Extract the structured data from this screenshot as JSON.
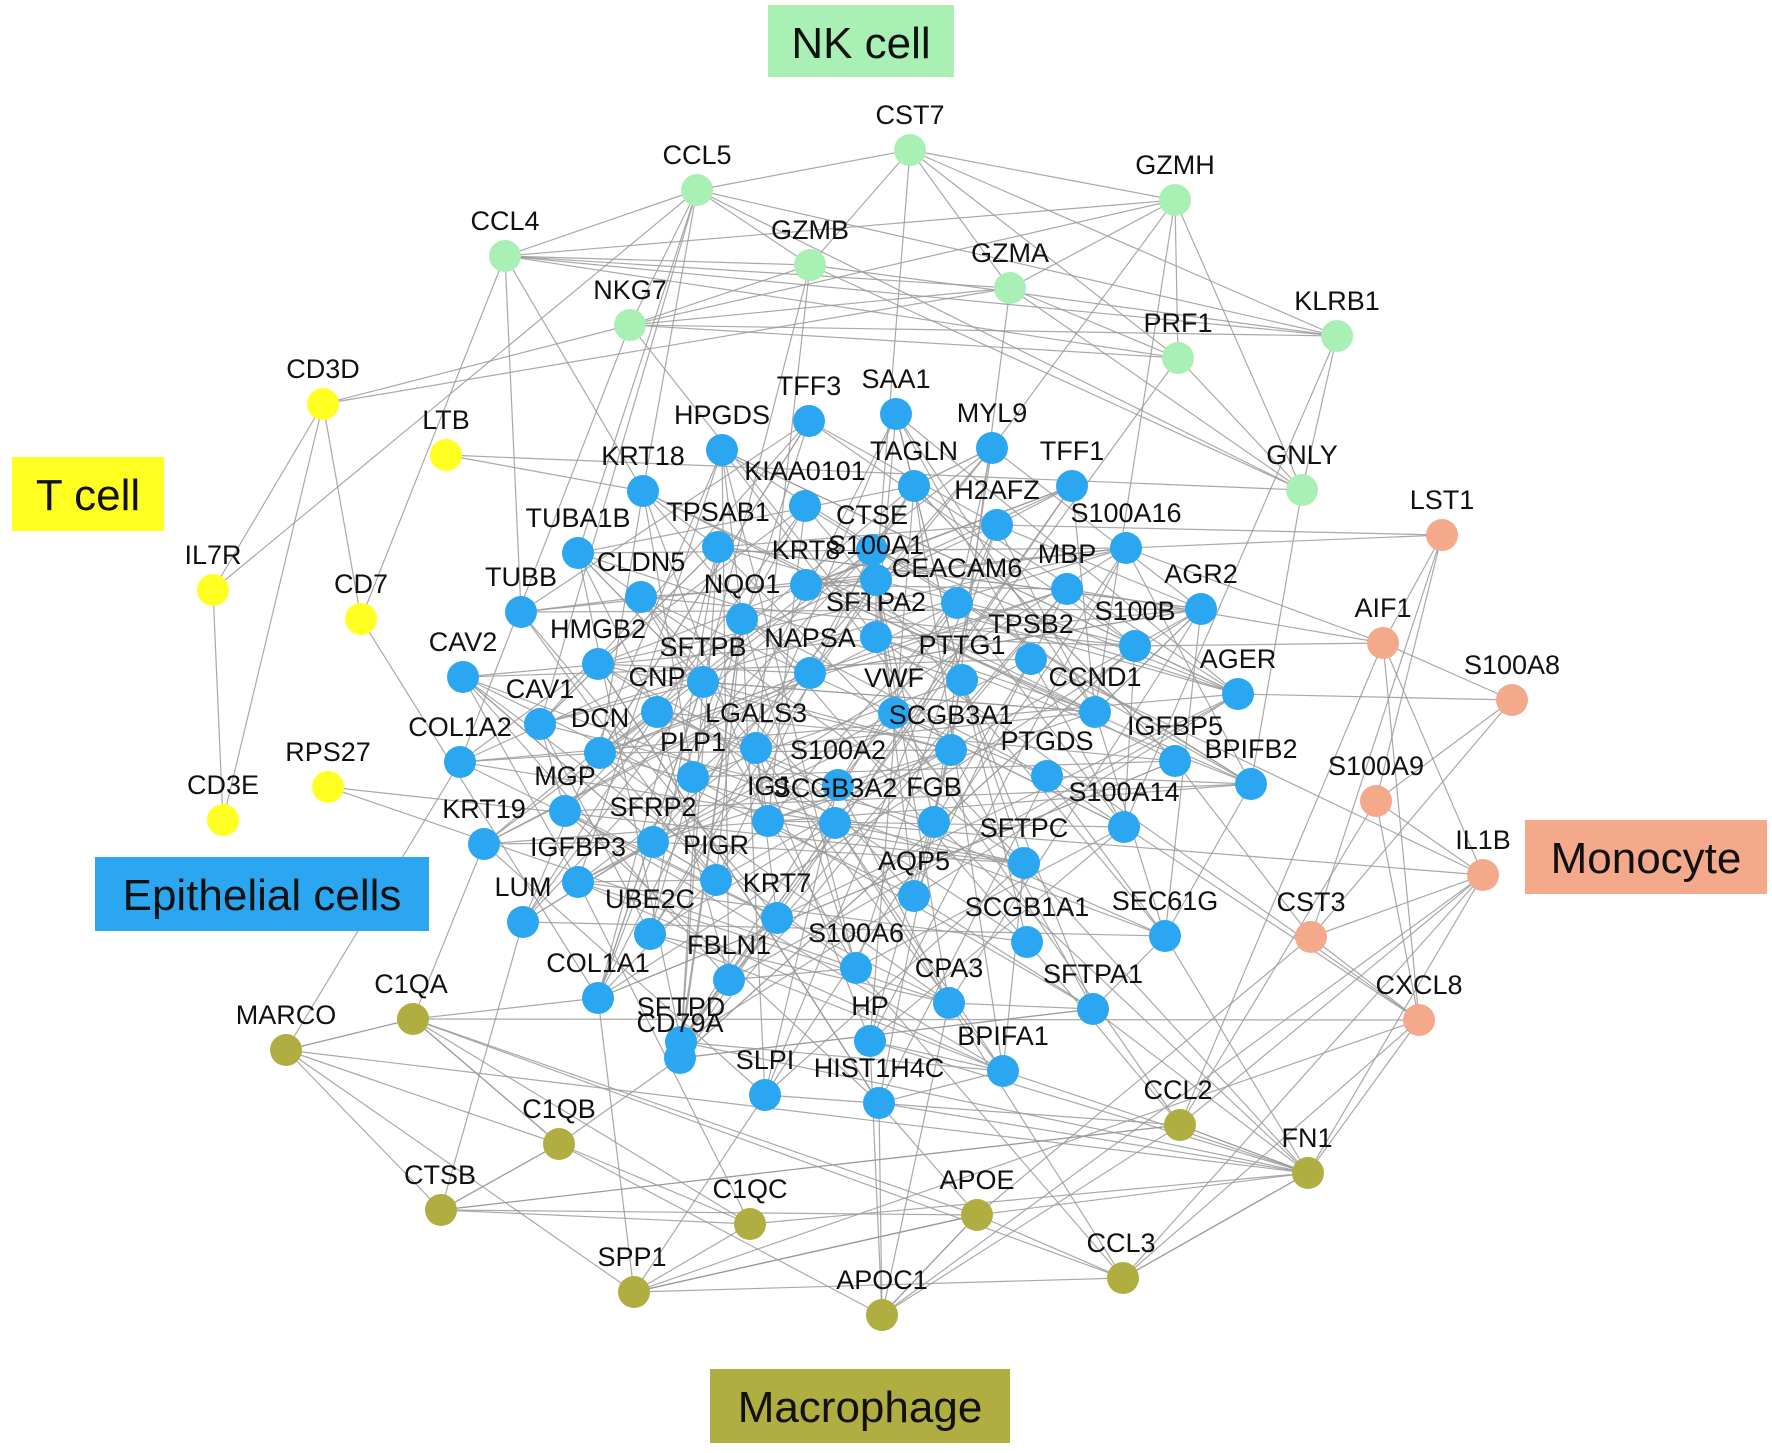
{
  "diagram": {
    "groups": {
      "nk": {
        "label": "NK cell",
        "color": "#a8f0b4",
        "node_color": "#a8f0b4"
      },
      "t": {
        "label": "T cell",
        "color": "#ffff22",
        "node_color": "#ffff22"
      },
      "epi": {
        "label": "Epithelial cells",
        "color": "#2aa7f0",
        "node_color": "#2aa7f0"
      },
      "mono": {
        "label": "Monocyte",
        "color": "#f4a98a",
        "node_color": "#f4a98a"
      },
      "mac": {
        "label": "Macrophage",
        "color": "#b0ad41",
        "node_color": "#b0ad41"
      }
    },
    "nodes": [
      {
        "id": "CST7",
        "group": "nk"
      },
      {
        "id": "CCL5",
        "group": "nk"
      },
      {
        "id": "GZMH",
        "group": "nk"
      },
      {
        "id": "CCL4",
        "group": "nk"
      },
      {
        "id": "GZMB",
        "group": "nk"
      },
      {
        "id": "GZMA",
        "group": "nk"
      },
      {
        "id": "NKG7",
        "group": "nk"
      },
      {
        "id": "KLRB1",
        "group": "nk"
      },
      {
        "id": "PRF1",
        "group": "nk"
      },
      {
        "id": "GNLY",
        "group": "nk"
      },
      {
        "id": "CD3D",
        "group": "t"
      },
      {
        "id": "LTB",
        "group": "t"
      },
      {
        "id": "IL7R",
        "group": "t"
      },
      {
        "id": "CD7",
        "group": "t"
      },
      {
        "id": "RPS27",
        "group": "t"
      },
      {
        "id": "CD3E",
        "group": "t"
      },
      {
        "id": "LST1",
        "group": "mono"
      },
      {
        "id": "AIF1",
        "group": "mono"
      },
      {
        "id": "S100A8",
        "group": "mono"
      },
      {
        "id": "S100A9",
        "group": "mono"
      },
      {
        "id": "IL1B",
        "group": "mono"
      },
      {
        "id": "CST3",
        "group": "mono"
      },
      {
        "id": "CXCL8",
        "group": "mono"
      },
      {
        "id": "MARCO",
        "group": "mac"
      },
      {
        "id": "C1QA",
        "group": "mac"
      },
      {
        "id": "C1QB",
        "group": "mac"
      },
      {
        "id": "CTSB",
        "group": "mac"
      },
      {
        "id": "C1QC",
        "group": "mac"
      },
      {
        "id": "SPP1",
        "group": "mac"
      },
      {
        "id": "APOE",
        "group": "mac"
      },
      {
        "id": "APOC1",
        "group": "mac"
      },
      {
        "id": "CCL2",
        "group": "mac"
      },
      {
        "id": "FN1",
        "group": "mac"
      },
      {
        "id": "CCL3",
        "group": "mac"
      },
      {
        "id": "TFF3",
        "group": "epi"
      },
      {
        "id": "SAA1",
        "group": "epi"
      },
      {
        "id": "HPGDS",
        "group": "epi"
      },
      {
        "id": "MYL9",
        "group": "epi"
      },
      {
        "id": "KRT18",
        "group": "epi"
      },
      {
        "id": "TAGLN",
        "group": "epi"
      },
      {
        "id": "TFF1",
        "group": "epi"
      },
      {
        "id": "KIAA0101",
        "group": "epi"
      },
      {
        "id": "H2AFZ",
        "group": "epi"
      },
      {
        "id": "S100A16",
        "group": "epi"
      },
      {
        "id": "TUBA1B",
        "group": "epi"
      },
      {
        "id": "TPSAB1",
        "group": "epi"
      },
      {
        "id": "CTSE",
        "group": "epi"
      },
      {
        "id": "KRT8",
        "group": "epi"
      },
      {
        "id": "CEACAM6",
        "group": "epi"
      },
      {
        "id": "MBP",
        "group": "epi"
      },
      {
        "id": "AGR2",
        "group": "epi"
      },
      {
        "id": "TUBB",
        "group": "epi"
      },
      {
        "id": "CLDN5",
        "group": "epi"
      },
      {
        "id": "NQO1",
        "group": "epi"
      },
      {
        "id": "SFTPA2",
        "group": "epi"
      },
      {
        "id": "TPSB2",
        "group": "epi"
      },
      {
        "id": "S100B",
        "group": "epi"
      },
      {
        "id": "HMGB2",
        "group": "epi"
      },
      {
        "id": "SFTPB",
        "group": "epi"
      },
      {
        "id": "S100A1",
        "group": "epi"
      },
      {
        "id": "PTTG1",
        "group": "epi"
      },
      {
        "id": "CAV2",
        "group": "epi"
      },
      {
        "id": "AGER",
        "group": "epi"
      },
      {
        "id": "CNP",
        "group": "epi"
      },
      {
        "id": "NAPSA",
        "group": "epi"
      },
      {
        "id": "CCND1",
        "group": "epi"
      },
      {
        "id": "CAV1",
        "group": "epi"
      },
      {
        "id": "COL1A2",
        "group": "epi"
      },
      {
        "id": "DCN",
        "group": "epi"
      },
      {
        "id": "LGALS3",
        "group": "epi"
      },
      {
        "id": "VWF",
        "group": "epi"
      },
      {
        "id": "IGFBP5",
        "group": "epi"
      },
      {
        "id": "BPIFB2",
        "group": "epi"
      },
      {
        "id": "PLP1",
        "group": "epi"
      },
      {
        "id": "S100A2",
        "group": "epi"
      },
      {
        "id": "SCGB3A1",
        "group": "epi"
      },
      {
        "id": "MGP",
        "group": "epi"
      },
      {
        "id": "SCGB3A2",
        "group": "epi"
      },
      {
        "id": "PTGDS",
        "group": "epi"
      },
      {
        "id": "KRT19",
        "group": "epi"
      },
      {
        "id": "SFRP2",
        "group": "epi"
      },
      {
        "id": "IGJ",
        "group": "epi"
      },
      {
        "id": "FGB",
        "group": "epi"
      },
      {
        "id": "SFTPC",
        "group": "epi"
      },
      {
        "id": "S100A14",
        "group": "epi"
      },
      {
        "id": "IGFBP3",
        "group": "epi"
      },
      {
        "id": "PIGR",
        "group": "epi"
      },
      {
        "id": "AQP5",
        "group": "epi"
      },
      {
        "id": "LUM",
        "group": "epi"
      },
      {
        "id": "UBE2C",
        "group": "epi"
      },
      {
        "id": "KRT7",
        "group": "epi"
      },
      {
        "id": "SCGB1A1",
        "group": "epi"
      },
      {
        "id": "SEC61G",
        "group": "epi"
      },
      {
        "id": "FBLN1",
        "group": "epi"
      },
      {
        "id": "S100A6",
        "group": "epi"
      },
      {
        "id": "COL1A1",
        "group": "epi"
      },
      {
        "id": "CPA3",
        "group": "epi"
      },
      {
        "id": "SFTPA1",
        "group": "epi"
      },
      {
        "id": "SFTPD",
        "group": "epi"
      },
      {
        "id": "HP",
        "group": "epi"
      },
      {
        "id": "CD79A",
        "group": "epi"
      },
      {
        "id": "BPIFA1",
        "group": "epi"
      },
      {
        "id": "SLPI",
        "group": "epi"
      },
      {
        "id": "HIST1H4C",
        "group": "epi"
      }
    ]
  }
}
